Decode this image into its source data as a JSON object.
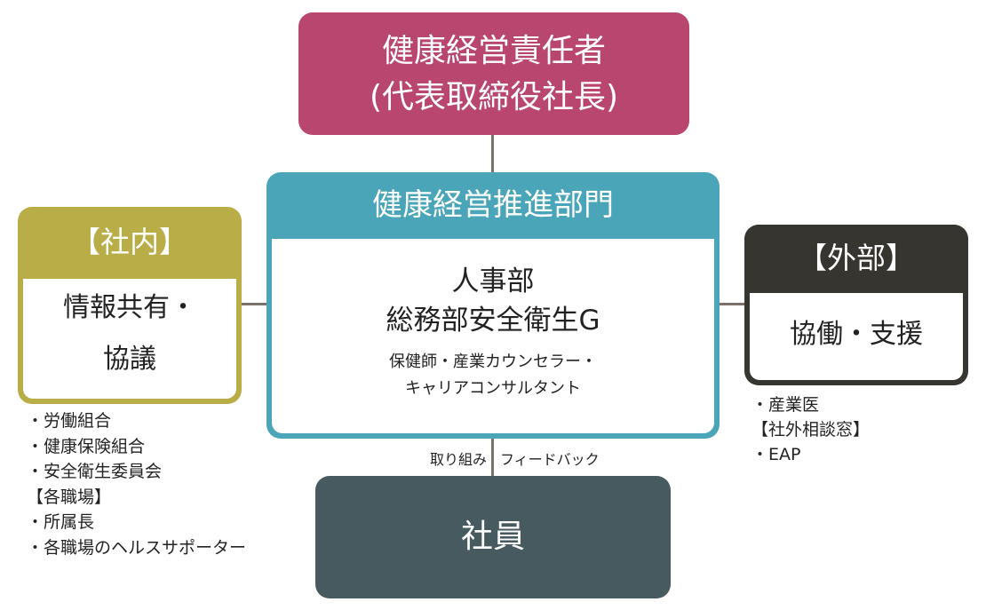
{
  "colors": {
    "top": "#b8466f",
    "center": "#4aa5b9",
    "internal": "#b9ad48",
    "external": "#36352f",
    "employees": "#465a60",
    "connector": "#7a716b"
  },
  "top_box": {
    "line1": "健康経営責任者",
    "line2": "(代表取締役社長)"
  },
  "center_box": {
    "title": "健康経営推進部門",
    "line1": "人事部",
    "line2": "総務部安全衛生G",
    "sub1": "保健師・産業カウンセラー・",
    "sub2": "キャリアコンサルタント"
  },
  "internal_box": {
    "title": "【社内】",
    "line1": "情報共有・",
    "line2": "協議"
  },
  "internal_list": [
    "・労働組合",
    "・健康保険組合",
    "・安全衛生委員会",
    "【各職場】",
    "・所属長",
    "・各職場のヘルスサポーター"
  ],
  "external_box": {
    "title": "【外部】",
    "body": "協働・支援"
  },
  "external_list": [
    "・産業医",
    "【社外相談窓】",
    "・EAP"
  ],
  "flow_labels": {
    "left": "取り組み",
    "right": "フィードバック"
  },
  "employees_box": {
    "title": "社員"
  }
}
